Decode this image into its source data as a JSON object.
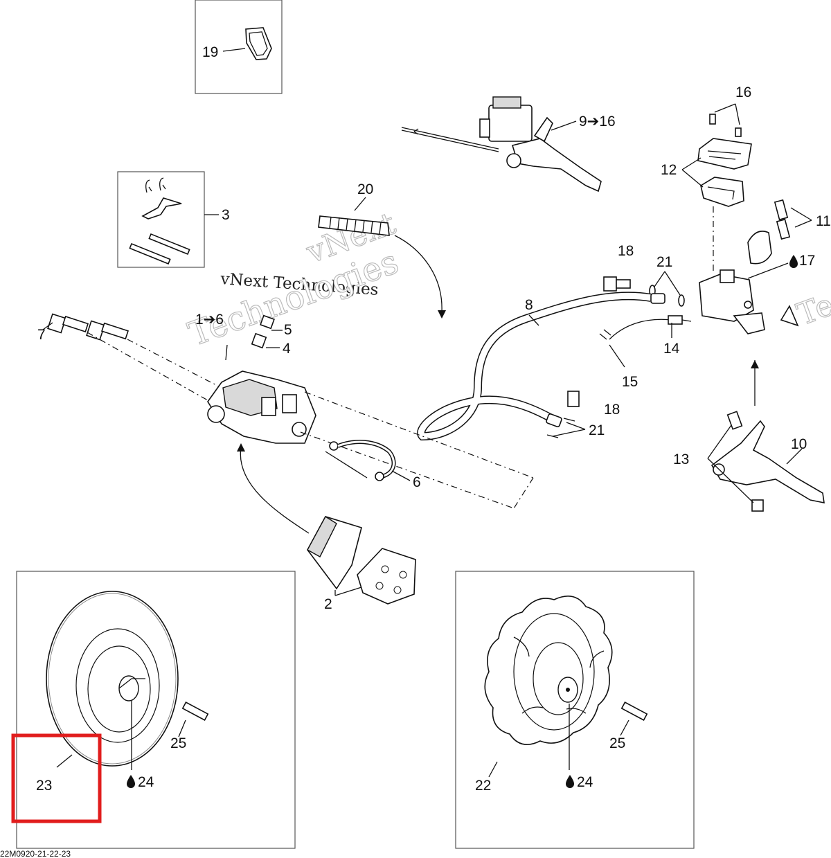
{
  "watermark": {
    "main": "vNext Technologies",
    "rotated_top": "vNext",
    "rotated_bottom": "Technologies",
    "edge": "Te"
  },
  "callouts": {
    "c19": "19",
    "c3": "3",
    "c20": "20",
    "c9_16": "9➔16",
    "c16": "16",
    "c12": "12",
    "c11": "11",
    "c17": "17",
    "c18_top": "18",
    "c21_top": "21",
    "c8": "8",
    "c7": "7",
    "c1_6": "1➔6",
    "c5": "5",
    "c4": "4",
    "c14": "14",
    "c15": "15",
    "c18_mid": "18",
    "c21_mid": "21",
    "c13": "13",
    "c10": "10",
    "c6": "6",
    "c2": "2",
    "c25_left": "25",
    "c23": "23",
    "c24_left": "24",
    "c22": "22",
    "c24_right": "24",
    "c25_right": "25"
  },
  "drawing_code": "22M0920-21-22-23",
  "highlight": {
    "color": "#e11d1d",
    "target": "23"
  },
  "icons": {
    "oil_drop": "oil-drop-icon"
  }
}
